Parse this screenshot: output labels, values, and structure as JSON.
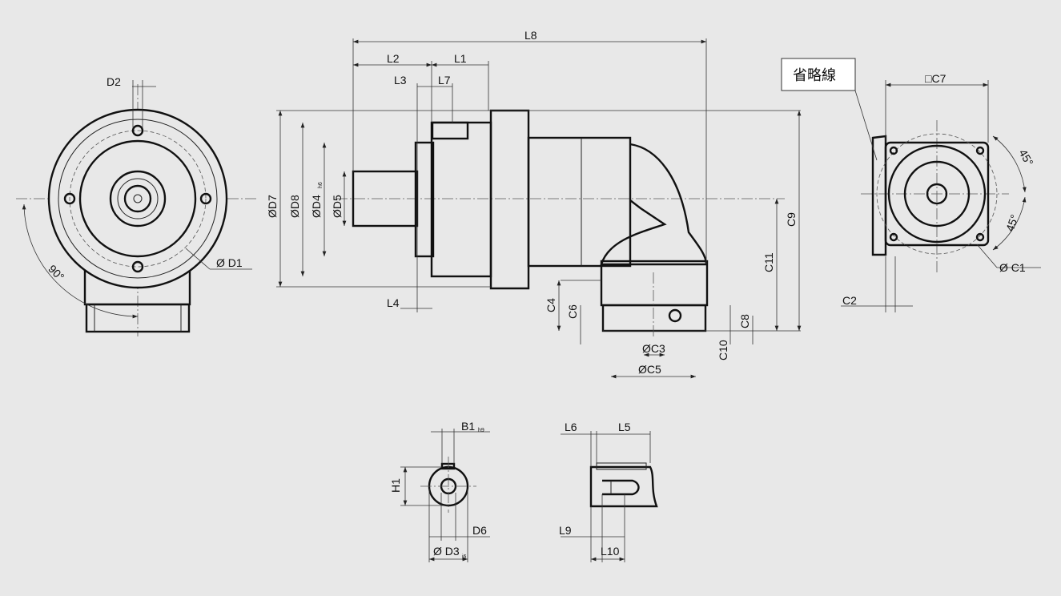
{
  "front_view": {
    "d2": "D2",
    "d1": "Ø D1",
    "angle": "90°"
  },
  "side_view": {
    "l8": "L8",
    "l2": "L2",
    "l1": "L1",
    "l3": "L3",
    "l7": "L7",
    "l4": "L4",
    "d7": "ØD7",
    "d8": "ØD8",
    "d4": "ØD4",
    "d4_tol": "h6",
    "d5": "ØD5",
    "c4": "C4",
    "c6": "C6",
    "c3": "ØC3",
    "c5": "ØC5",
    "c10": "C10",
    "c8": "C8",
    "c11": "C11",
    "c9": "C9"
  },
  "rear_view": {
    "omit_note": "省略線",
    "c7": "□C7",
    "angle_top": "45°",
    "angle_bottom": "45°",
    "c1": "Ø C1",
    "c2": "C2"
  },
  "shaft_section": {
    "b1": "B1",
    "b1_tol": "h9",
    "h1": "H1",
    "d6": "D6",
    "d3": "Ø D3",
    "d3_tol": "j6"
  },
  "shaft_side": {
    "l6": "L6",
    "l5": "L5",
    "l9": "L9",
    "l10": "L10"
  }
}
